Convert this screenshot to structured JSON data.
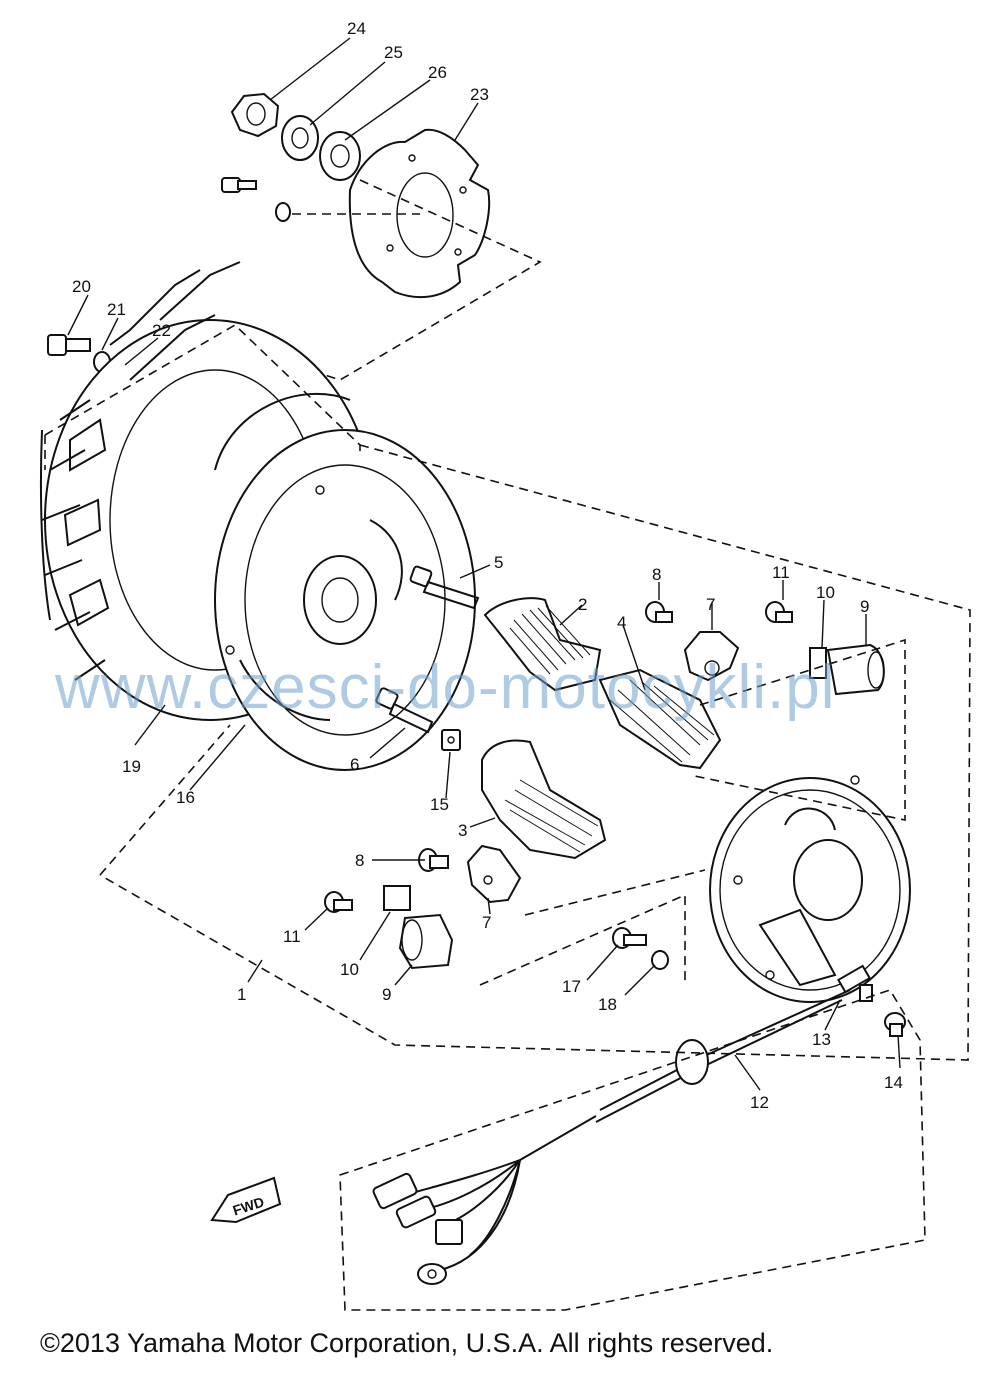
{
  "parts": {
    "p1": "1",
    "p2": "2",
    "p3": "3",
    "p4": "4",
    "p5": "5",
    "p6": "6",
    "p7a": "7",
    "p7b": "7",
    "p8a": "8",
    "p8b": "8",
    "p9a": "9",
    "p9b": "9",
    "p10a": "10",
    "p10b": "10",
    "p11a": "11",
    "p11b": "11",
    "p12": "12",
    "p13": "13",
    "p14": "14",
    "p15": "15",
    "p16": "16",
    "p17": "17",
    "p18": "18",
    "p19": "19",
    "p20": "20",
    "p21": "21",
    "p22": "22",
    "p23": "23",
    "p24": "24",
    "p25": "25",
    "p26": "26"
  },
  "fwd_label": "FWD",
  "watermark": "www.czesci-do-motocykli.pl",
  "copyright": "©2013 Yamaha Motor Corporation, U.S.A. All rights reserved."
}
